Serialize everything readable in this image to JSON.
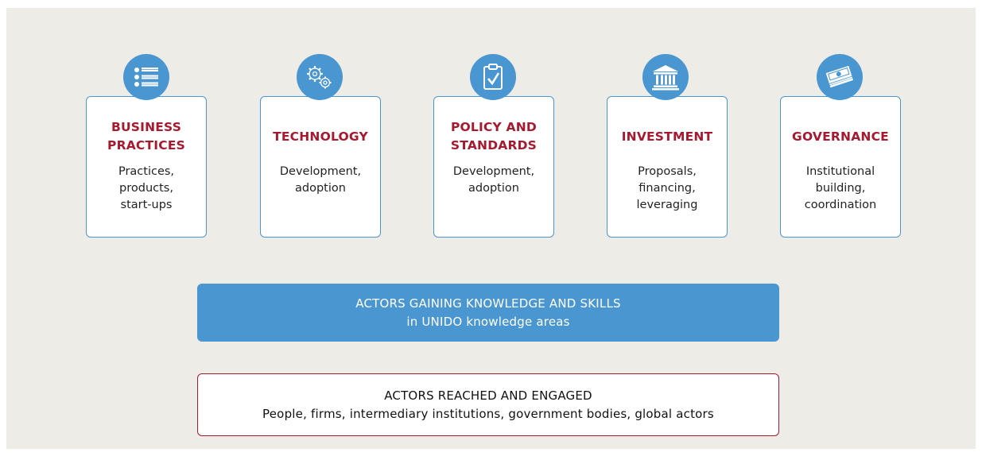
{
  "colors": {
    "background": "#eeece6",
    "accent_blue": "#4a96d1",
    "title_red": "#a6192e",
    "text_dark": "#222222"
  },
  "cards": [
    {
      "title": "BUSINESS PRACTICES",
      "description": "Practices, products, start-ups",
      "icon": "list-icon"
    },
    {
      "title": "TECHNOLOGY",
      "description": "Development, adoption",
      "icon": "gears-icon"
    },
    {
      "title": "POLICY AND STANDARDS",
      "description": "Development, adoption",
      "icon": "clipboard-check-icon"
    },
    {
      "title": "INVESTMENT",
      "description": "Proposals, financing, leveraging",
      "icon": "bank-building-icon"
    },
    {
      "title": "GOVERNANCE",
      "description": "Institutional building, coordination",
      "icon": "money-stack-icon"
    }
  ],
  "knowledge_bar": {
    "line1": "ACTORS GAINING KNOWLEDGE AND SKILLS",
    "line2": "in UNIDO knowledge areas"
  },
  "reach_bar": {
    "line1": "ACTORS REACHED AND ENGAGED",
    "line2": "People, firms, intermediary institutions, government bodies, global actors"
  }
}
